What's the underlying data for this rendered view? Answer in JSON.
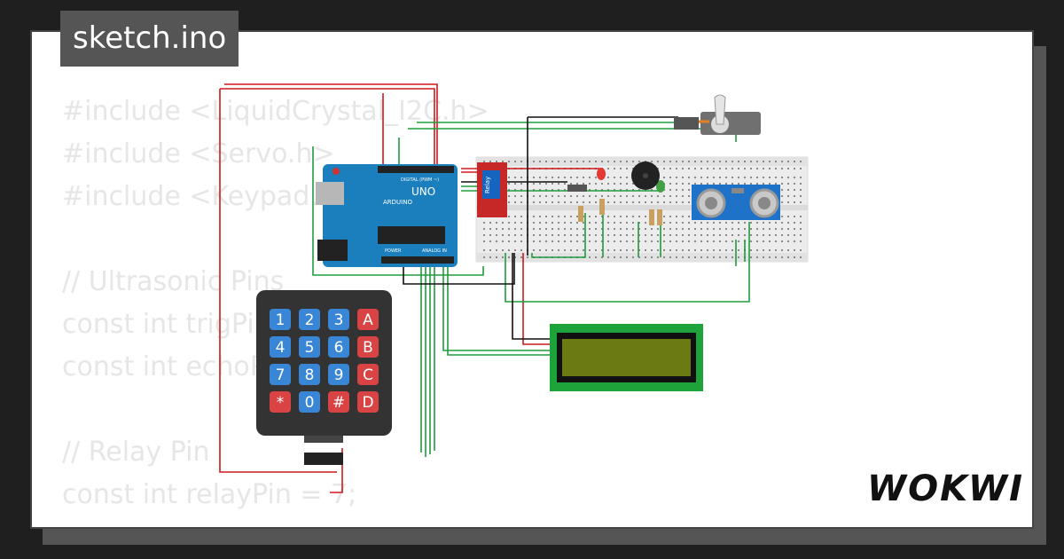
{
  "header": {
    "title": "sketch.ino"
  },
  "code": {
    "lines": [
      "#include <LiquidCrystal_I2C.h>",
      "#include <Servo.h>",
      "#include <Keypad.h>",
      "",
      "// Ultrasonic Pins",
      "const int trigPin = 9;",
      "const int echoPin = 10;",
      "",
      "// Relay Pin",
      "const int relayPin = 7;"
    ]
  },
  "brand": {
    "logo": "WOKWI"
  },
  "board": {
    "label": "UNO",
    "maker": "ARDUINO",
    "digital_label": "DIGITAL (PWM ~)",
    "analog_label": "ANALOG IN",
    "power_label": "POWER"
  },
  "relay": {
    "label": "Relay"
  },
  "keypad": {
    "keys": [
      [
        "1",
        "2",
        "3",
        "A"
      ],
      [
        "4",
        "5",
        "6",
        "B"
      ],
      [
        "7",
        "8",
        "9",
        "C"
      ],
      [
        "*",
        "0",
        "#",
        "D"
      ]
    ]
  },
  "colors": {
    "wire_red": "#d0191c",
    "wire_green": "#1e9d3c",
    "wire_black": "#111111",
    "arduino_blue": "#1b7fbd",
    "lcd_green": "#1ea33a",
    "lcd_screen": "#6b7a12",
    "key_blue": "#3a86d6",
    "key_red": "#d94343"
  }
}
